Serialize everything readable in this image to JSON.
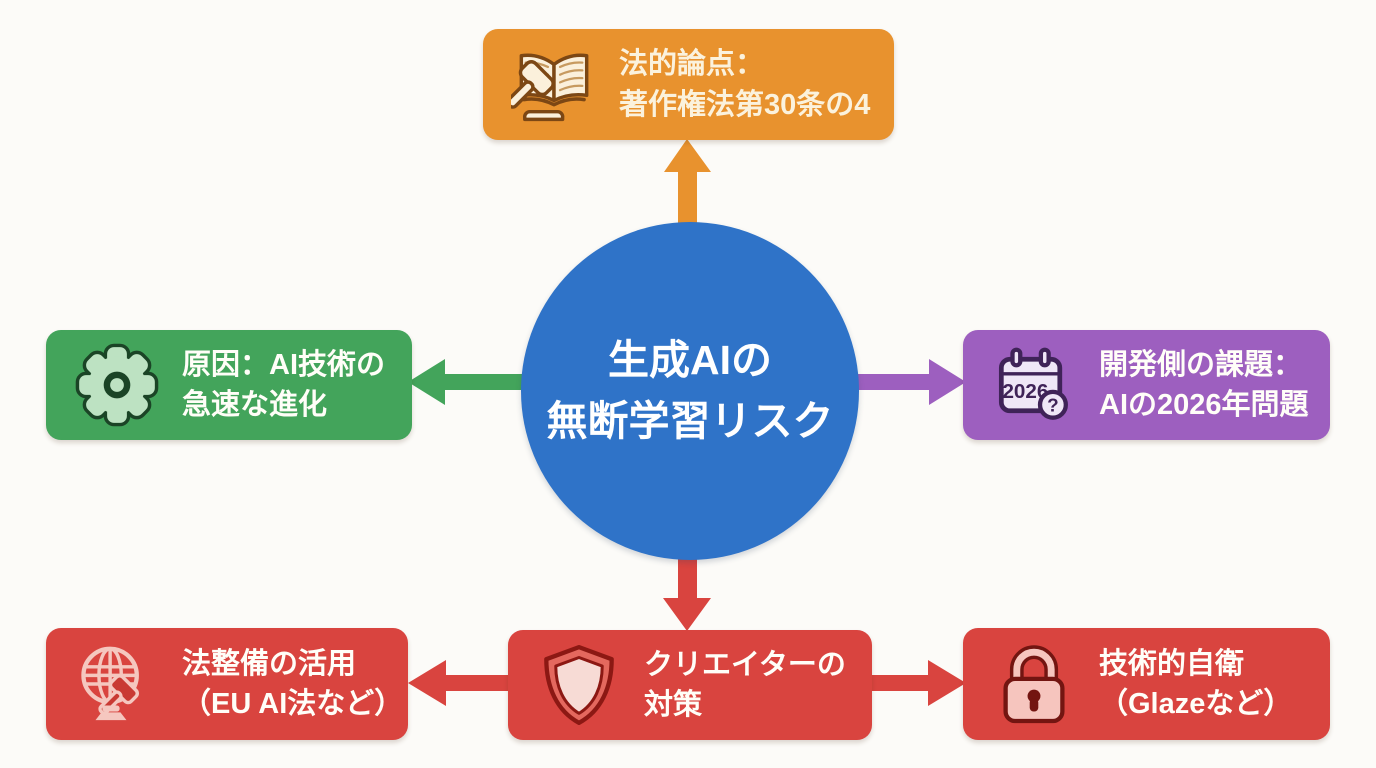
{
  "title": "生成AIの無断学習リスク",
  "center": {
    "line1": "生成AIの",
    "line2": "無断学習リスク",
    "color": "#2f73c8"
  },
  "nodes": {
    "legal": {
      "line1": "法的論点：",
      "line2": "著作権法第30条の4",
      "color": "#e8922e",
      "icon": "law-book-gavel-icon"
    },
    "cause": {
      "line1": "原因：AI技術の",
      "line2": "急速な進化",
      "color": "#43a45b",
      "icon": "gear-icon"
    },
    "developer": {
      "line1": "開発側の課題：",
      "line2": "AIの2026年問題",
      "color": "#9d5fbf",
      "icon": "calendar-question-icon"
    },
    "creator": {
      "line1": "クリエイターの",
      "line2": "対策",
      "color": "#d9443f",
      "icon": "shield-icon"
    },
    "legislation": {
      "line1": "法整備の活用",
      "line2": "（EU AI法など）",
      "color": "#d9443f",
      "icon": "globe-gavel-icon"
    },
    "technical": {
      "line1": "技術的自衛",
      "line2": "（Glazeなど）",
      "color": "#d9443f",
      "icon": "padlock-icon"
    }
  },
  "icon_text": {
    "calendar_year": "2026",
    "question_mark": "?"
  },
  "arrows": [
    {
      "from": "center",
      "to": "legal",
      "direction": "up",
      "color": "#e8922e"
    },
    {
      "from": "center",
      "to": "cause",
      "direction": "left",
      "color": "#43a45b"
    },
    {
      "from": "center",
      "to": "developer",
      "direction": "right",
      "color": "#9d5fbf"
    },
    {
      "from": "center",
      "to": "creator",
      "direction": "down",
      "color": "#d9443f"
    },
    {
      "from": "creator",
      "to": "legislation",
      "direction": "left",
      "color": "#d9443f"
    },
    {
      "from": "creator",
      "to": "technical",
      "direction": "right",
      "color": "#d9443f"
    }
  ]
}
